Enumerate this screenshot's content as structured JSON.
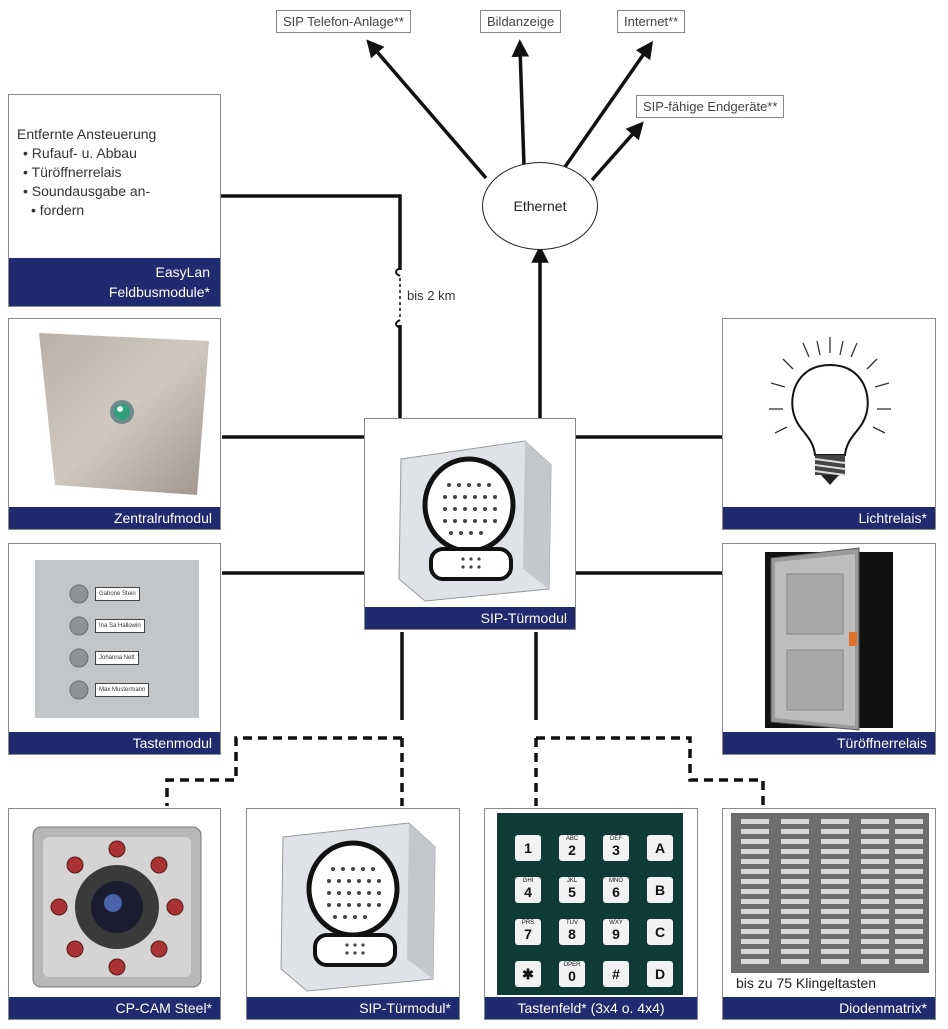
{
  "top_targets": [
    {
      "id": "sip-telefon",
      "label": "SIP Telefon-Anlage**"
    },
    {
      "id": "bildanzeige",
      "label": "Bildanzeige"
    },
    {
      "id": "internet",
      "label": "Internet**"
    },
    {
      "id": "sip-endgeraete",
      "label": "SIP-fähige Endgeräte**"
    }
  ],
  "ethernet": {
    "label": "Ethernet"
  },
  "distance_note": "bis 2 km",
  "feldbus": {
    "heading": "Entfernte Ansteuerung",
    "items": [
      "Rufauf- u. Abbau",
      "Türöffnerrelais",
      "Soundausgabe an-",
      "fordern"
    ],
    "caption_line1": "EasyLan",
    "caption_line2": "Feldbusmodule*"
  },
  "modules": {
    "zentralruf": "Zentralrufmodul",
    "sip_center": "SIP-Türmodul",
    "lichtrelais": "Lichtrelais*",
    "tasten": "Tastenmodul",
    "tueroeffner": "Türöffnerrelais",
    "cam": "CP-CAM Steel*",
    "sip_bottom": "SIP-Türmodul*",
    "tastenfeld": "Tastenfeld* (3x4 o. 4x4)",
    "diodenmatrix": "Diodenmatrix*"
  },
  "tastenmodul_names": [
    "Gabone Stein",
    "Ina Sa Hallowin",
    "Johanna Nett",
    "Max Mustermann"
  ],
  "keypad": [
    {
      "sub": "",
      "main": "1"
    },
    {
      "sub": "ABC",
      "main": "2"
    },
    {
      "sub": "DEF",
      "main": "3"
    },
    {
      "sub": "",
      "main": "A"
    },
    {
      "sub": "GHI",
      "main": "4"
    },
    {
      "sub": "JKL",
      "main": "5"
    },
    {
      "sub": "MNO",
      "main": "6"
    },
    {
      "sub": "",
      "main": "B"
    },
    {
      "sub": "PRS",
      "main": "7"
    },
    {
      "sub": "TUV",
      "main": "8"
    },
    {
      "sub": "WXY",
      "main": "9"
    },
    {
      "sub": "",
      "main": "C"
    },
    {
      "sub": "",
      "main": "✱"
    },
    {
      "sub": "OPER",
      "main": "0"
    },
    {
      "sub": "",
      "main": "#"
    },
    {
      "sub": "",
      "main": "D"
    }
  ],
  "diodenmatrix_note": "bis zu 75 Klingeltasten",
  "colors": {
    "caption_bg": "#202a6e",
    "line": "#111111"
  }
}
